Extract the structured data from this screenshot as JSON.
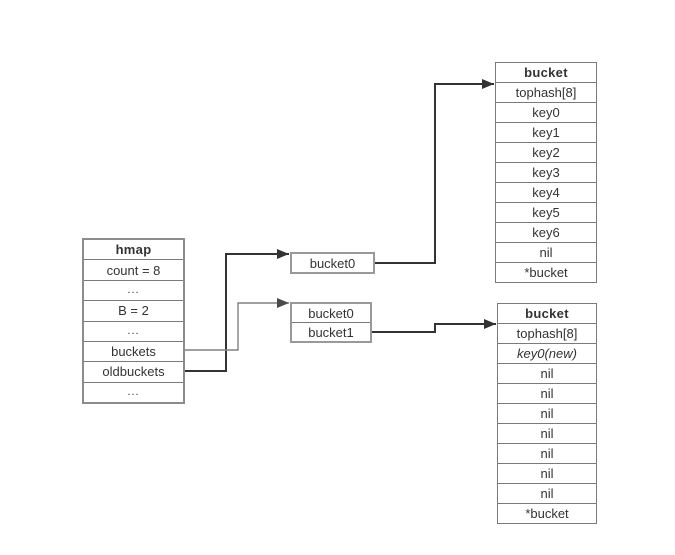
{
  "diagram": {
    "hmap": {
      "title": "hmap",
      "rows": [
        "count = 8",
        "...",
        "B = 2",
        "...",
        "buckets",
        "oldbuckets",
        "..."
      ]
    },
    "old_bucket_array": {
      "rows": [
        "bucket0"
      ]
    },
    "new_bucket_array": {
      "rows": [
        "bucket0",
        "bucket1"
      ]
    },
    "old_bucket_detail": {
      "title": "bucket",
      "rows": [
        "tophash[8]",
        "key0",
        "key1",
        "key2",
        "key3",
        "key4",
        "key5",
        "key6",
        "nil",
        "*bucket"
      ]
    },
    "new_bucket_detail": {
      "title": "bucket",
      "rows": [
        "tophash[8]",
        "key0(new)",
        "nil",
        "nil",
        "nil",
        "nil",
        "nil",
        "nil",
        "nil",
        "*bucket"
      ]
    },
    "colors": {
      "background": "#ffffff",
      "table_border": "#7a7a7a",
      "pointer_box_border": "#999999",
      "text": "#333333",
      "arrow_dark": "#333333",
      "arrow_gray": "#808080"
    }
  }
}
